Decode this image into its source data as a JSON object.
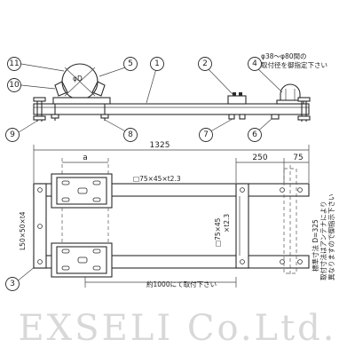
{
  "callouts": {
    "c1": "1",
    "c2": "2",
    "c3": "3",
    "c4": "4",
    "c5": "5",
    "c6": "6",
    "c7": "7",
    "c8": "8",
    "c9": "9",
    "c10": "10",
    "c11": "11"
  },
  "labels": {
    "pipe_range_line1": "φ38～φ80間の",
    "pipe_range_line2": "取付径を御指定下さい",
    "pipe_phi_d": "φD",
    "overall_length": "1325",
    "dim_a": "a",
    "dim_250": "250",
    "dim_75": "75",
    "channel_top": "□75×45×t2.3",
    "channel_mid_line1": "□75×45",
    "channel_mid_line2": "×t2.3",
    "angle_side": "L50×50×t4",
    "mount_note": "約1000にて取付下さい",
    "spacing_note_line1": "標準寸法 D=325",
    "spacing_note_line2": "取付寸法はアンテナにより",
    "spacing_note_line3": "異なりますので御指示下さい"
  },
  "watermark": {
    "text": "EXSELI Co.Ltd."
  },
  "colors": {
    "line": "#2a2a2a",
    "watermark": "#d8d8d8",
    "background": "#ffffff"
  }
}
